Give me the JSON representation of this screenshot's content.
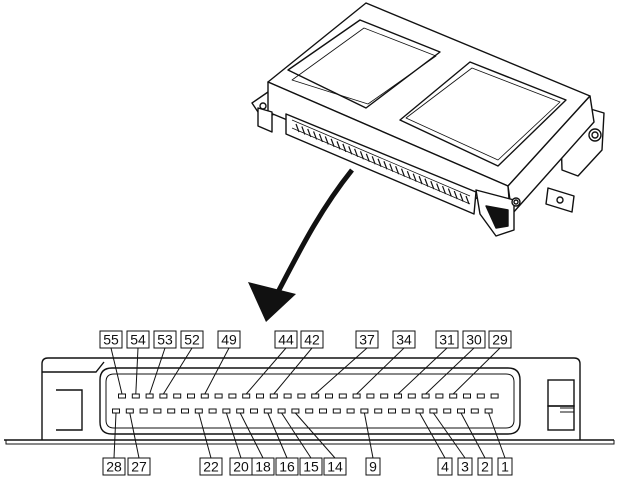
{
  "diagram": {
    "top_pins": [
      {
        "number": "55"
      },
      {
        "number": "54"
      },
      {
        "number": "53"
      },
      {
        "number": "52"
      },
      {
        "number": "49"
      },
      {
        "number": "44"
      },
      {
        "number": "42"
      },
      {
        "number": "37"
      },
      {
        "number": "34"
      },
      {
        "number": "31"
      },
      {
        "number": "30"
      },
      {
        "number": "29"
      }
    ],
    "bottom_pins": [
      {
        "number": "28"
      },
      {
        "number": "27"
      },
      {
        "number": "22"
      },
      {
        "number": "20"
      },
      {
        "number": "18"
      },
      {
        "number": "16"
      },
      {
        "number": "15"
      },
      {
        "number": "14"
      },
      {
        "number": "9"
      },
      {
        "number": "4"
      },
      {
        "number": "3"
      },
      {
        "number": "2"
      },
      {
        "number": "1"
      }
    ]
  },
  "colors": {
    "line": "#111111",
    "label_box": "#ffffff"
  }
}
